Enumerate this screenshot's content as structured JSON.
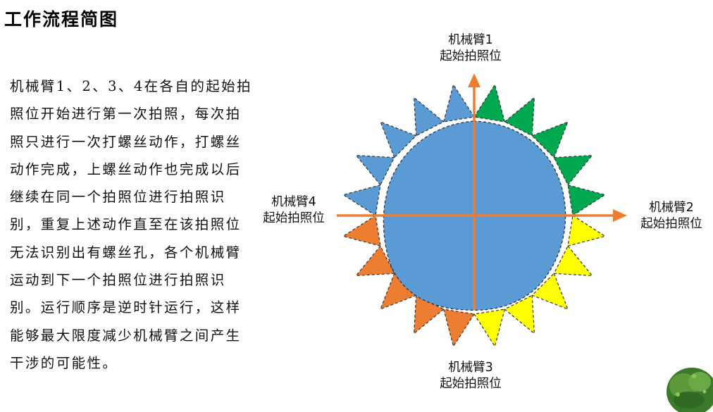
{
  "slide": {
    "title": "工作流程简图",
    "description": "机械臂1、2、3、4在各自的起始拍照位开始进行第一次拍照，每次拍照只进行一次打螺丝动作，打螺丝动作完成，上螺丝动作也完成以后继续在同一个拍照位进行拍照识别，重复上述动作直至在该拍照位无法识别出有螺丝孔，各个机械臂运动到下一个拍照位进行拍照识别。运行顺序是逆时针运行，这样能够最大限度减少机械臂之间产生干涉的可能性。"
  },
  "diagram": {
    "arm1": {
      "name": "机械臂1",
      "position": "起始拍照位"
    },
    "arm2": {
      "name": "机械臂2",
      "position": "起始拍照位"
    },
    "arm3": {
      "name": "机械臂3",
      "position": "起始拍照位"
    },
    "arm4": {
      "name": "机械臂4",
      "position": "起始拍照位"
    },
    "colors": {
      "center": "#5b9bd5",
      "arm1_quadrant": "#00a850",
      "arm2_quadrant": "#ffff00",
      "arm3_quadrant": "#ed7d31",
      "arm4_quadrant": "#5b9bd5",
      "axes": "#ed7d31"
    }
  }
}
